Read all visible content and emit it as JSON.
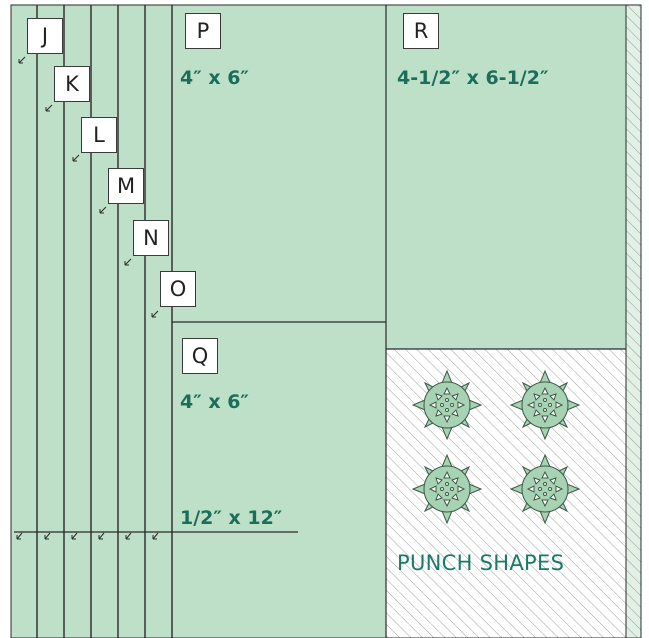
{
  "strip_labels": [
    "J",
    "K",
    "L",
    "M",
    "N",
    "O"
  ],
  "panels": {
    "p": {
      "letter": "P",
      "size": "4″ x 6″"
    },
    "q": {
      "letter": "Q",
      "size": "4″ x 6″"
    },
    "r": {
      "letter": "R",
      "size": "4-1/2″ x 6-1/2″"
    }
  },
  "strip_size": "1/2″ x 12″",
  "punch_caption": "PUNCH SHAPES",
  "colors": {
    "paper": "#bfe0c8",
    "stroke": "#2a2a2a",
    "text_green": "#1a6e5a",
    "caption": "#1a7a6a",
    "hatch": "#9a9a9a"
  },
  "punch_shape_count": 4
}
